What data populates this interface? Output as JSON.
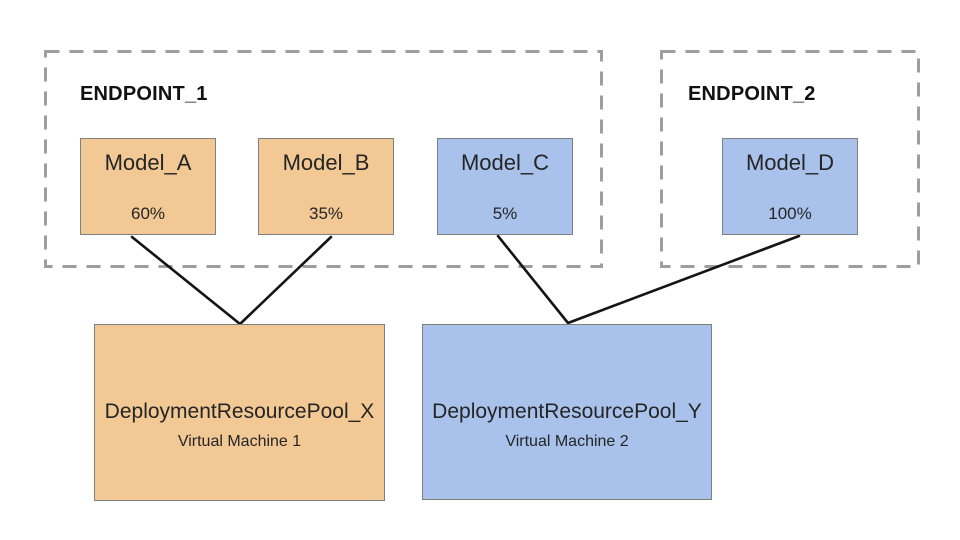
{
  "diagram": {
    "endpoints": [
      {
        "label": "ENDPOINT_1"
      },
      {
        "label": "ENDPOINT_2"
      }
    ],
    "models": [
      {
        "name": "Model_A",
        "traffic_split": "60%",
        "color": "orange",
        "endpoint": "ENDPOINT_1",
        "pool": "DeploymentResourcePool_X"
      },
      {
        "name": "Model_B",
        "traffic_split": "35%",
        "color": "orange",
        "endpoint": "ENDPOINT_1",
        "pool": "DeploymentResourcePool_X"
      },
      {
        "name": "Model_C",
        "traffic_split": "5%",
        "color": "blue",
        "endpoint": "ENDPOINT_1",
        "pool": "DeploymentResourcePool_Y"
      },
      {
        "name": "Model_D",
        "traffic_split": "100%",
        "color": "blue",
        "endpoint": "ENDPOINT_2",
        "pool": "DeploymentResourcePool_Y"
      }
    ],
    "pools": [
      {
        "name": "DeploymentResourcePool_X",
        "machine": "Virtual Machine 1",
        "color": "orange"
      },
      {
        "name": "DeploymentResourcePool_Y",
        "machine": "Virtual Machine 2",
        "color": "blue"
      }
    ],
    "connections": [
      {
        "from": "Model_A",
        "to": "DeploymentResourcePool_X"
      },
      {
        "from": "Model_B",
        "to": "DeploymentResourcePool_X"
      },
      {
        "from": "Model_C",
        "to": "DeploymentResourcePool_Y"
      },
      {
        "from": "Model_D",
        "to": "DeploymentResourcePool_Y"
      }
    ]
  },
  "colors": {
    "orange_fill": "#F2C894",
    "blue_fill": "#A9C2EC",
    "box_border": "#7f7f7f",
    "dashed_border": "#9e9e9e",
    "connector": "#141414",
    "text": "#252525",
    "background": "#ffffff"
  }
}
